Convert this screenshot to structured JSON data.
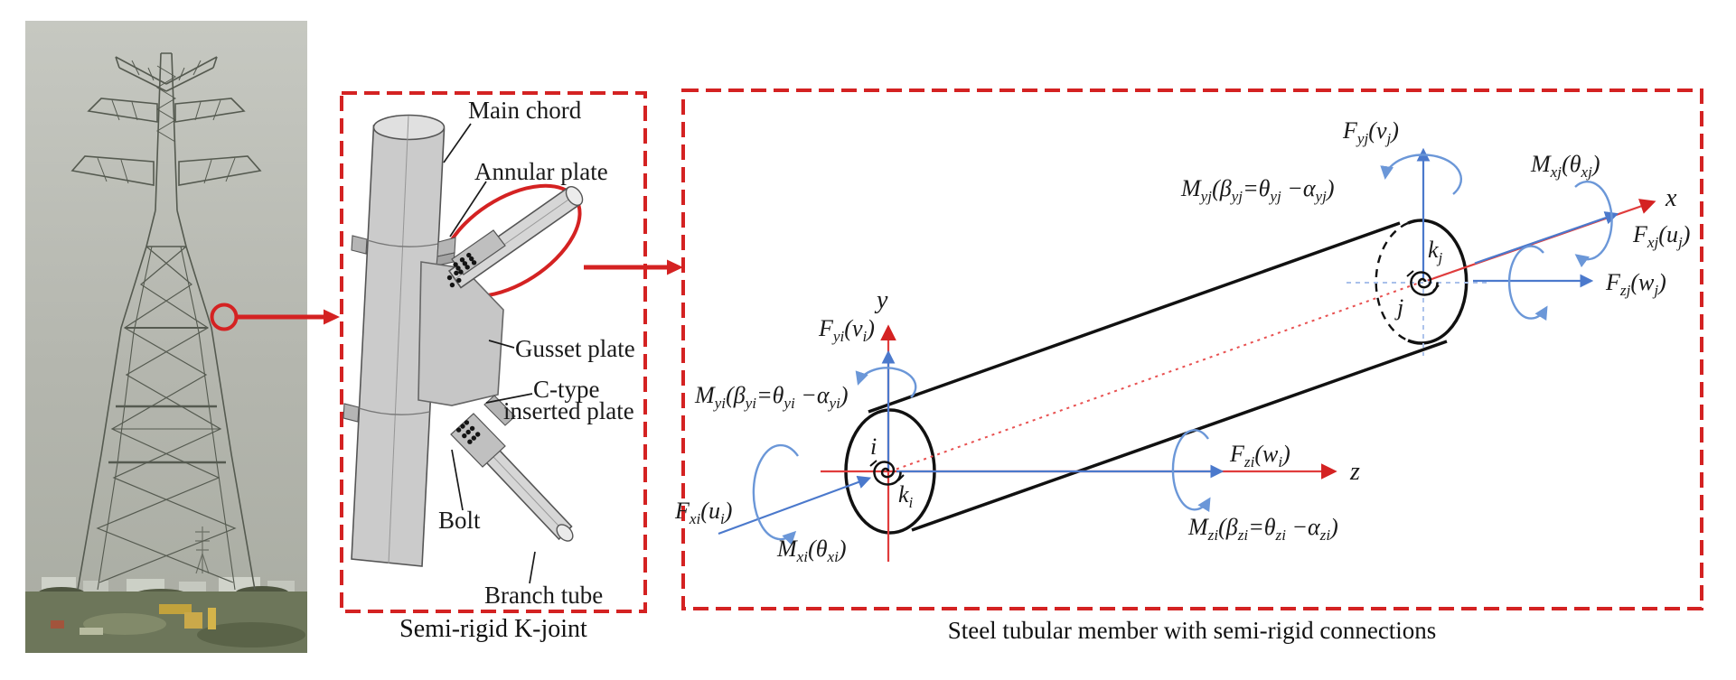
{
  "figure": {
    "photo": {
      "description": "Photograph of a lattice steel transmission tower under construction"
    },
    "kjoint_panel": {
      "caption": "Semi-rigid K-joint",
      "labels": {
        "main_chord": "Main chord",
        "annular_plate": "Annular plate",
        "gusset_plate": "Gusset plate",
        "c_type_line1": "C-type",
        "c_type_line2": "inserted plate",
        "bolt": "Bolt",
        "branch_tube": "Branch tube"
      }
    },
    "member_panel": {
      "caption": "Steel tubular member with semi-rigid connections",
      "axis_labels": {
        "x": "x",
        "y": "y",
        "z": "z"
      },
      "node_labels": {
        "i": "i",
        "ki": "k_{i}",
        "j": "j",
        "kj": "k_{j}"
      },
      "force_labels": {
        "f_yi": "F_{yi}(v_{i})",
        "m_yi": "M_{yi}(β_{yi}=θ_{yi} −α_{yi})",
        "f_xi": "F_{xi}(u_{i})",
        "m_xi": "M_{xi}(θ_{xi})",
        "f_zi": "F_{zi}(w_{i})",
        "m_zi": "M_{zi}(β_{zi}=θ_{zi} −α_{zi})",
        "f_yj": "F_{yj}(v_{j})",
        "m_yj": "M_{yj}(β_{yj}=θ_{yj} −α_{yj})",
        "m_xj": "M_{xj}(θ_{xj})",
        "f_xj": "F_{xj}(u_{j})",
        "f_zj": "F_{zj}(w_{j})"
      }
    },
    "colors": {
      "accent_red": "#d42222",
      "axis_red": "#e03c3c",
      "arrow_blue": "#4b79cc",
      "arc_blue": "#6b97d8",
      "dash_blue": "#a9c0ea",
      "drawing_black": "#111111",
      "steel_gray": "#cbcbcb"
    }
  }
}
